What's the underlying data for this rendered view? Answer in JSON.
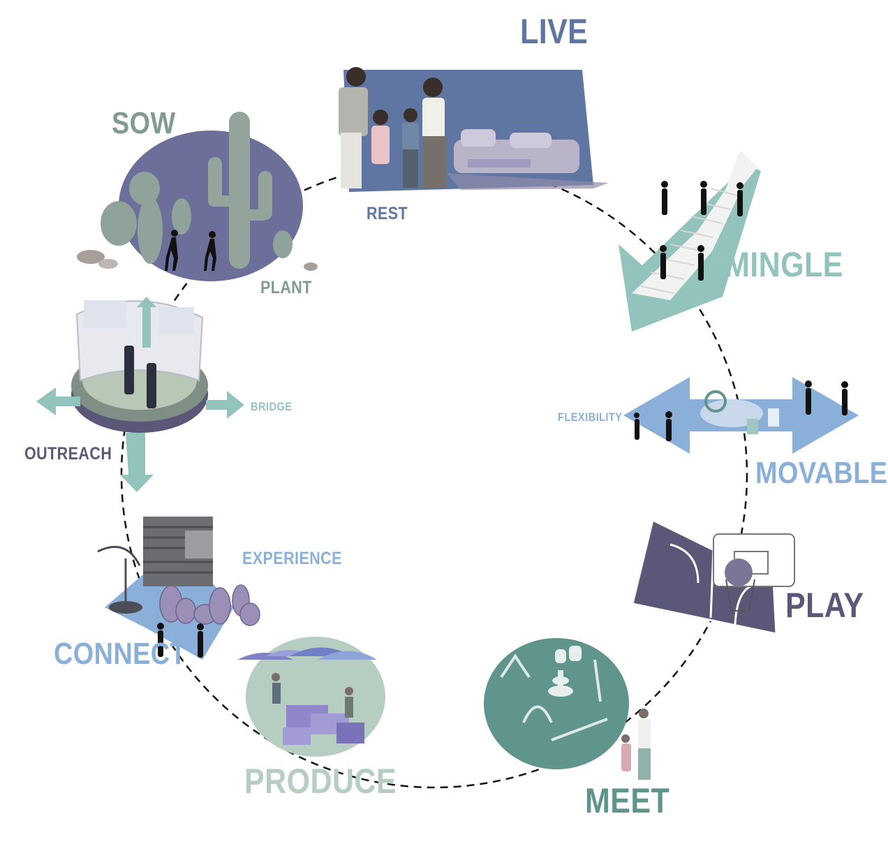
{
  "labels": {
    "live": "LIVE",
    "rest": "REST",
    "sow": "SOW",
    "plant": "PLANT",
    "mingle": "MINGLE",
    "flexibility": "FLEXIBILITY",
    "movable": "MOVABLE",
    "bridge": "BRIDGE",
    "outreach": "OUTREACH",
    "experience": "EXPERIENCE",
    "connect": "CONNECT",
    "play": "PLAY",
    "produce": "PRODUCE",
    "meet": "MEET"
  },
  "colors": {
    "slate_blue": "#5f76a3",
    "sage": "#7f9c8f",
    "teal": "#93c3bd",
    "light_blue": "#8ab0da",
    "purple": "#5b5779",
    "mint": "#b6cdc2",
    "green_teal": "#5f958c",
    "cycle_line": "#111111"
  },
  "icons": [
    "family-living-room-icon",
    "cactus-icon",
    "staircase-arrow-icon",
    "double-arrow-icon",
    "outreach-platform-icon",
    "connect-kiosk-icon",
    "basketball-court-icon",
    "market-umbrellas-icon",
    "park-meet-icon"
  ]
}
